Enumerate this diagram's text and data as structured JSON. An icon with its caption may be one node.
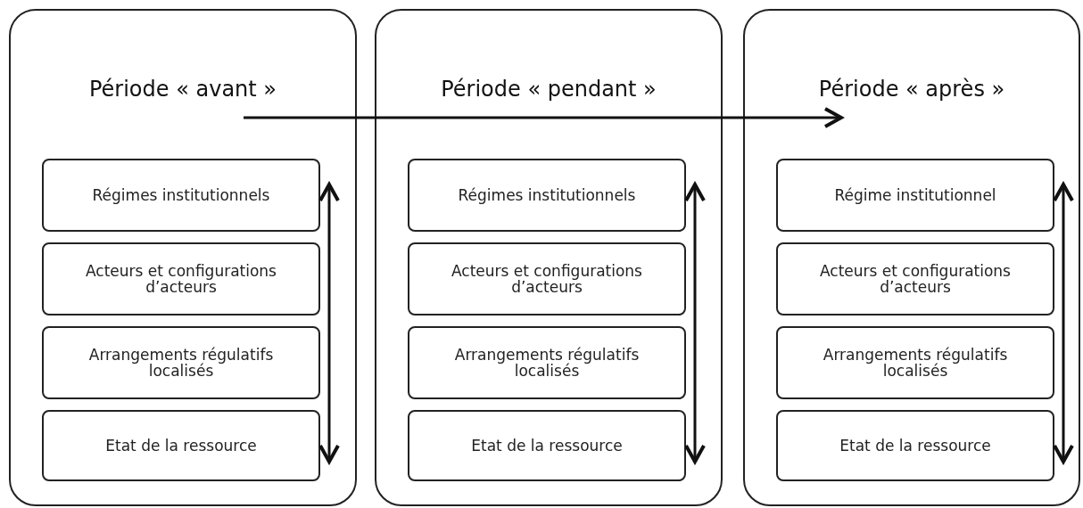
{
  "diagram": {
    "nodes": [
      {
        "text": [
          "Période « avant »"
        ]
      },
      {
        "text": [
          "Régimes institutionnels"
        ],
        "in": 0
      },
      {
        "text": [
          "Acteurs et configurations d’acteurs"
        ],
        "in": 0
      },
      {
        "text": [
          "Arrangements régulatifs localisés"
        ],
        "in": 0
      },
      {
        "text": [
          "Etat de la ressource"
        ],
        "in": 0
      },
      {
        "text": [
          "Période « pendant »"
        ]
      },
      {
        "text": [
          "Régimes institutionnels"
        ],
        "in": 5
      },
      {
        "text": [
          "Acteurs et configurations d’acteurs"
        ],
        "in": 5
      },
      {
        "text": [
          "Arrangements régulatifs localisés"
        ],
        "in": 5
      },
      {
        "text": [
          "Etat de la ressource"
        ],
        "in": 5
      },
      {
        "text": [
          "Période « après »"
        ]
      },
      {
        "text": [
          "Régime institutionnel"
        ],
        "in": 10
      },
      {
        "text": [
          "Acteurs et configurations d’acteurs"
        ],
        "in": 10
      },
      {
        "text": [
          "Arrangements régulatifs localisés"
        ],
        "in": 10
      },
      {
        "text": [
          "Etat de la ressource"
        ],
        "in": 10
      }
    ],
    "edges": [
      {
        "from": 1,
        "to": 4,
        "arrow": "both"
      },
      {
        "from": 6,
        "to": 9,
        "arrow": "both"
      },
      {
        "from": 11,
        "to": 14,
        "arrow": "both"
      }
    ]
  }
}
